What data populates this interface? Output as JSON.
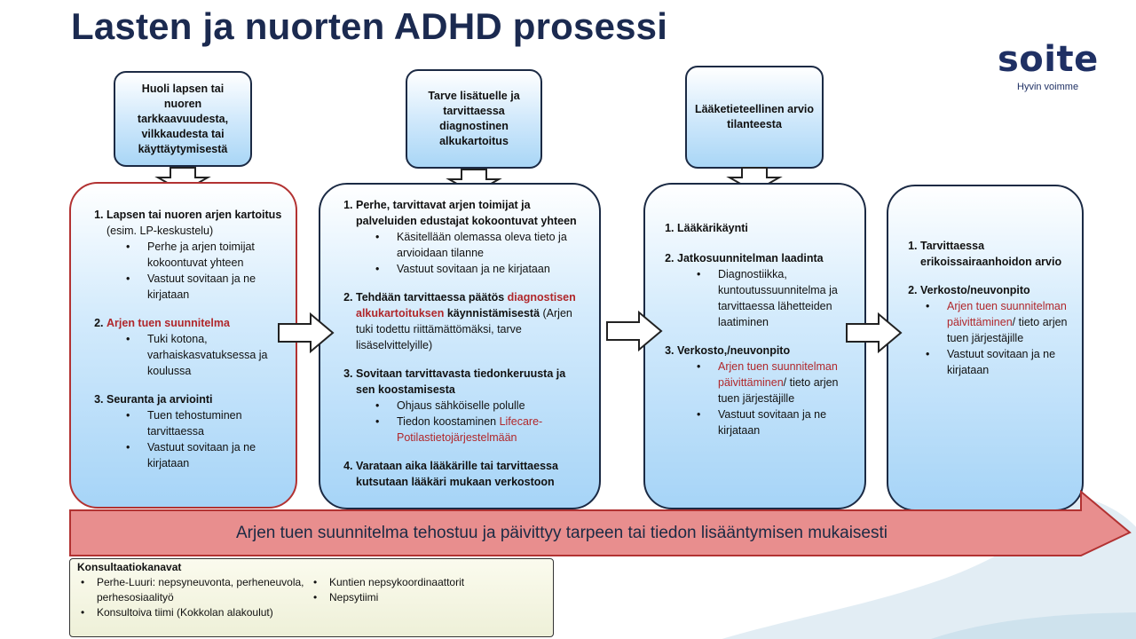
{
  "title": "Lasten ja nuorten ADHD prosessi",
  "logo": {
    "word": "soite",
    "tagline": "Hyvin voimme"
  },
  "top_boxes": [
    "Huoli lapsen tai nuoren tarkkaavuudesta, vilkkaudesta tai käyttäytymisestä",
    "Tarve lisätuelle ja tarvittaessa diagnostinen alkukartoitus",
    "Lääketieteellinen arvio tilanteesta"
  ],
  "box1": {
    "s1_title": "Lapsen tai nuoren arjen kartoitus",
    "s1_note": " (esim. LP-keskustelu)",
    "s1_b1": "Perhe ja arjen toimijat kokoontuvat yhteen",
    "s1_b2": "Vastuut sovitaan ja ne kirjataan",
    "s2_title": "Arjen tuen suunnitelma",
    "s2_b1": "Tuki kotona, varhaiskasvatuksessa ja koulussa",
    "s3_title": "Seuranta ja arviointi",
    "s3_b1": "Tuen tehostuminen tarvittaessa",
    "s3_b2": "Vastuut sovitaan ja ne kirjataan"
  },
  "box2": {
    "s1_title": "Perhe, tarvittavat arjen toimijat ja palveluiden edustajat kokoontuvat yhteen",
    "s1_b1": "Käsitellään olemassa oleva tieto ja arvioidaan tilanne",
    "s1_b2": "Vastuut sovitaan ja ne kirjataan",
    "s2_pre": "Tehdään tarvittaessa päätös ",
    "s2_hl": "diagnostisen alkukartoituksen",
    "s2_post": " käynnistämisestä",
    "s2_note": " (Arjen tuki todettu riittämättömäksi, tarve lisäselvittelyille)",
    "s3_title": "Sovitaan tarvittavasta tiedonkeruusta ja sen koostamisesta",
    "s3_b1": "Ohjaus sähköiselle polulle",
    "s3_b2_pre": "Tiedon koostaminen ",
    "s3_b2_hl": "Lifecare-Potilastietojärjestelmään",
    "s4_title": "Varataan aika lääkärille tai tarvittaessa kutsutaan lääkäri mukaan verkostoon"
  },
  "box3": {
    "s1_title": "Lääkärikäynti",
    "s2_title": "Jatkosuunnitelman laadinta",
    "s2_b1": "Diagnostiikka, kuntoutussuunnitelma ja tarvittaessa lähetteiden laatiminen",
    "s3_title": "Verkosto,/neuvonpito",
    "s3_b1_hl": "Arjen tuen suunnitelman päivittäminen",
    "s3_b1_post": "/ tieto arjen tuen järjestäjille",
    "s3_b2": "Vastuut sovitaan ja ne kirjataan"
  },
  "box4": {
    "s1_title": "Tarvittaessa erikoissairaanhoidon arvio",
    "s2_title": "Verkosto/neuvonpito",
    "s2_b1_hl": "Arjen tuen suunnitelman päivittäminen",
    "s2_b1_post": "/ tieto arjen tuen järjestäjille",
    "s2_b2": "Vastuut sovitaan ja ne kirjataan"
  },
  "banner": "Arjen tuen suunnitelma tehostuu ja päivittyy tarpeen tai tiedon lisääntymisen mukaisesti",
  "konsultaatio": {
    "title": "Konsultaatiokanavat",
    "col1": [
      "Perhe-Luuri: nepsyneuvonta, perheneuvola, perhesosiaalityö",
      "Konsultoiva tiimi  (Kokkolan alakoulut)"
    ],
    "col2": [
      "Kuntien nepsykoordinaattorit",
      "Nepsytiimi"
    ]
  },
  "colors": {
    "title": "#1b2a50",
    "highlight_red": "#b0272b",
    "banner_fill": "#e88e8e",
    "box_blue": "#a6d4f7"
  }
}
